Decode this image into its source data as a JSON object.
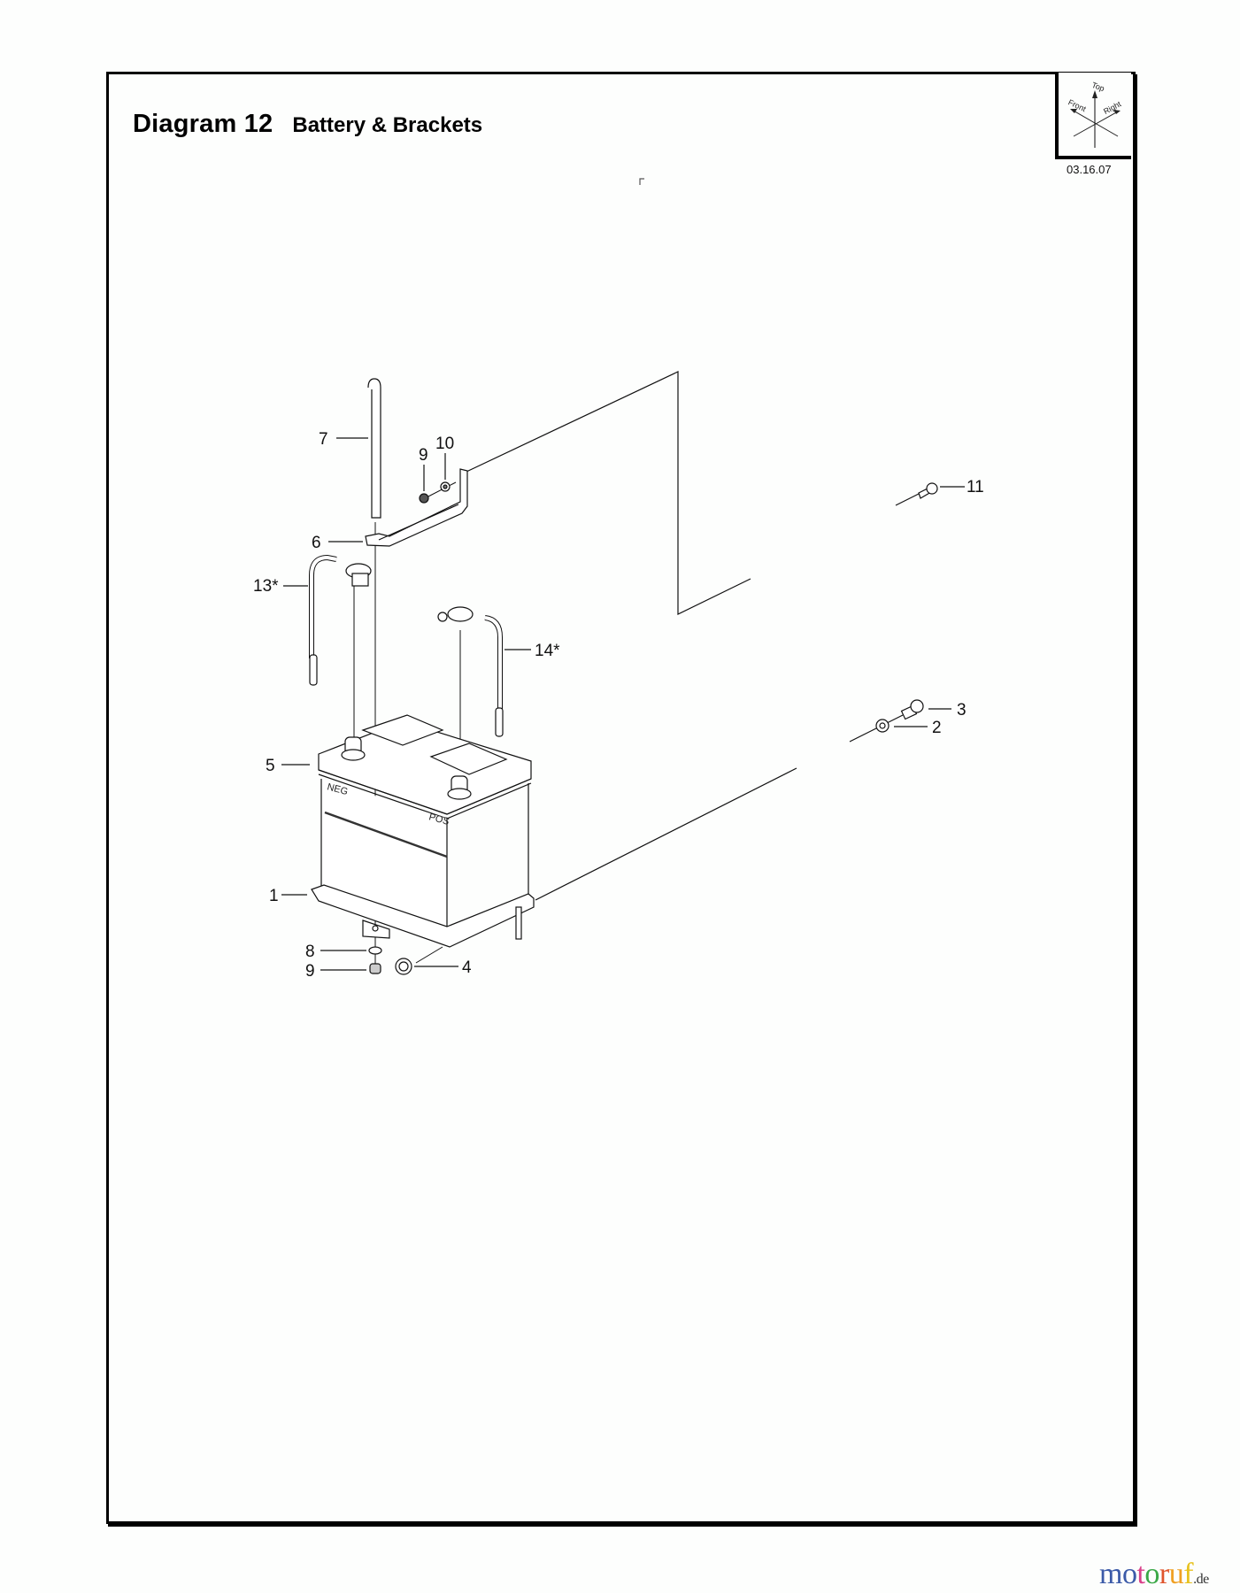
{
  "header": {
    "diagram_number": "Diagram 12",
    "diagram_title": "Battery & Brackets",
    "date": "03.16.07"
  },
  "orientation_indicator": {
    "labels": [
      "Top",
      "Front",
      "Right"
    ]
  },
  "diagram": {
    "battery_markings": {
      "negative": "NEG",
      "positive": "POS"
    },
    "callouts": [
      {
        "id": "1",
        "label": "1",
        "part": "battery-tray"
      },
      {
        "id": "2",
        "label": "2",
        "part": "washer"
      },
      {
        "id": "3",
        "label": "3",
        "part": "bolt"
      },
      {
        "id": "4",
        "label": "4",
        "part": "nut"
      },
      {
        "id": "5",
        "label": "5",
        "part": "battery"
      },
      {
        "id": "6",
        "label": "6",
        "part": "hold-down-bracket"
      },
      {
        "id": "7",
        "label": "7",
        "part": "j-bolt-rod"
      },
      {
        "id": "8",
        "label": "8",
        "part": "washer"
      },
      {
        "id": "9a",
        "label": "9",
        "part": "nut"
      },
      {
        "id": "9b",
        "label": "9",
        "part": "nut"
      },
      {
        "id": "10",
        "label": "10",
        "part": "washer"
      },
      {
        "id": "11",
        "label": "11",
        "part": "bolt"
      },
      {
        "id": "13",
        "label": "13*",
        "part": "negative-cable"
      },
      {
        "id": "14",
        "label": "14*",
        "part": "positive-cable"
      }
    ]
  },
  "watermark": {
    "letters": [
      {
        "ch": "m",
        "color": "#3b5aa8"
      },
      {
        "ch": "o",
        "color": "#3b5aa8"
      },
      {
        "ch": "t",
        "color": "#d9408a"
      },
      {
        "ch": "o",
        "color": "#3aa847"
      },
      {
        "ch": "r",
        "color": "#e0542c"
      },
      {
        "ch": "u",
        "color": "#f0a023"
      },
      {
        "ch": "f",
        "color": "#e7c21e"
      }
    ],
    "suffix": ".de"
  }
}
